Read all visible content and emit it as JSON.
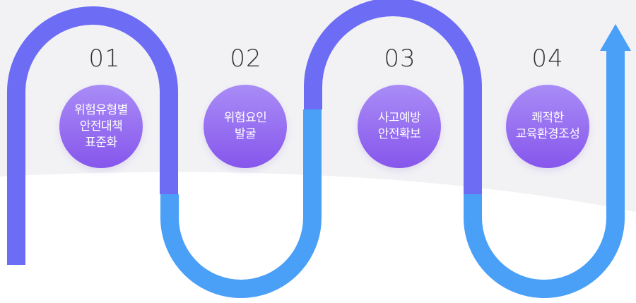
{
  "colors": {
    "path_purple": "#6c6cf5",
    "path_blue": "#4aa0f7",
    "circle_top": "#a98cf6",
    "circle_bottom": "#8656ec",
    "background_wave": "#f2f2f5"
  },
  "steps": [
    {
      "number": "01",
      "label": "위험유형별\n안전대책\n표준화"
    },
    {
      "number": "02",
      "label": "위험요인\n발굴"
    },
    {
      "number": "03",
      "label": "사고예방\n안전확보"
    },
    {
      "number": "04",
      "label": "쾌적한\n교육환경조성"
    }
  ],
  "arrow_icon": "arrow-up-icon"
}
